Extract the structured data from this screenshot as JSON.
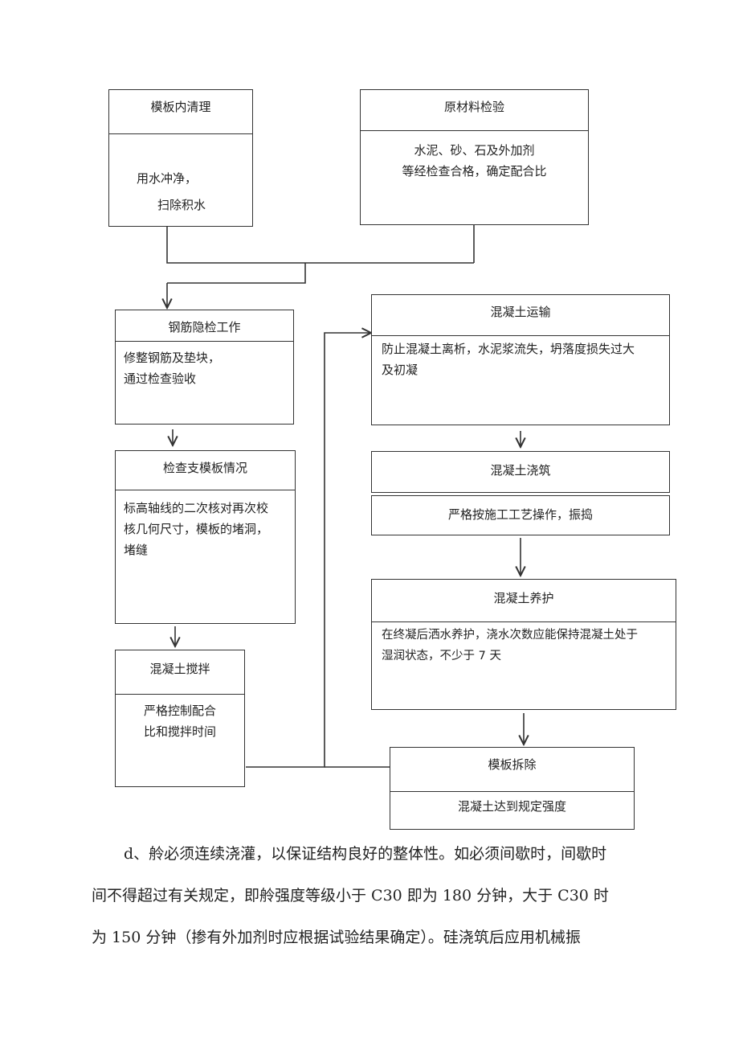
{
  "flow": {
    "mold_clean": {
      "title": "模板内清理",
      "lines": [
        "用水冲净，",
        "扫除积水"
      ]
    },
    "raw_material": {
      "title": "原材料检验",
      "lines": [
        "水泥、砂、石及外加剂",
        "等经检查合格，确定配合比"
      ]
    },
    "rebar": {
      "title": "钢筋隐检工作",
      "lines": [
        "修整钢筋及垫块，",
        "通过检查验收"
      ]
    },
    "formwork_check": {
      "title": "检查支模板情况",
      "lines": [
        "标高轴线的二次核对再次校",
        "核几何尺寸，模板的堵洞，",
        "堵缝"
      ]
    },
    "mixing": {
      "title": "混凝土搅拌",
      "lines": [
        "严格控制配合",
        "比和搅拌时间"
      ]
    },
    "transport": {
      "title": "混凝土运输",
      "lines": [
        "防止混凝土离析，水泥浆流失，坍落度损失过大",
        "及初凝"
      ]
    },
    "pouring": {
      "title": "混凝土浇筑",
      "lines": [
        "严格按施工工艺操作，振捣"
      ]
    },
    "curing": {
      "title": "混凝土养护",
      "lines": [
        "在终凝后洒水养护，浇水次数应能保持混凝土处于",
        "湿润状态，不少于 7 天"
      ]
    },
    "demold": {
      "title": "模板拆除",
      "lines": [
        "混凝土达到规定强度"
      ]
    }
  },
  "paragraph": {
    "line1": "d、舲必须连续浇灌，以保证结构良好的整体性。如必须间歇时，间歇时",
    "line2": "间不得超过有关规定，即舲强度等级小于 C30 即为 180 分钟，大于 C30 时",
    "line3": "为 150 分钟（掺有外加剂时应根据试验结果确定）。硅浇筑后应用机械振"
  }
}
